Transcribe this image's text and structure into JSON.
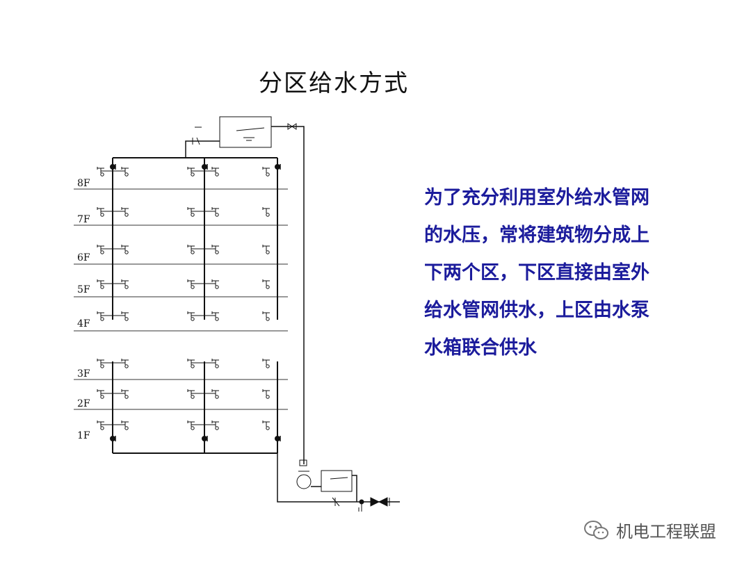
{
  "title": "分区给水方式",
  "description_lines": [
    "为了充分利用室外给水管网",
    "的水压，常将建筑物分成上",
    "下两个区，下区直接由室外",
    "给水管网供水，上区由水泵",
    "水箱联合供水"
  ],
  "floors": [
    {
      "label": "8F"
    },
    {
      "label": "7F"
    },
    {
      "label": "6F"
    },
    {
      "label": "5F"
    },
    {
      "label": "4F"
    },
    {
      "label": "3F"
    },
    {
      "label": "2F"
    },
    {
      "label": "1F"
    }
  ],
  "watermark": {
    "text": "机电工程联盟",
    "icon": "wechat-icon"
  },
  "colors": {
    "line": "#111111",
    "text_blue": "#1c1c9c"
  }
}
